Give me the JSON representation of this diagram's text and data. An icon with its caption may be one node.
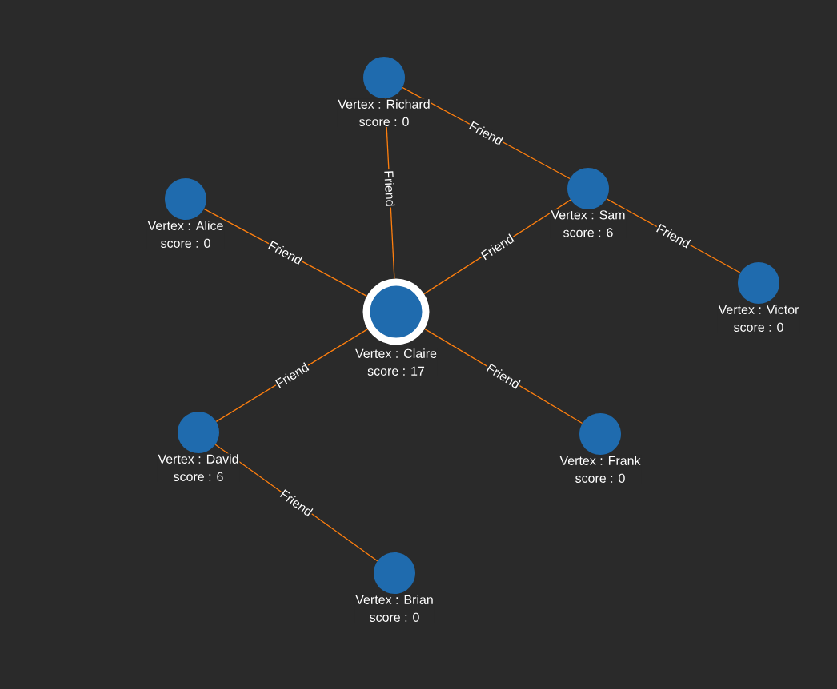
{
  "diagram": {
    "nodes": [
      {
        "text": [
          "Vertex : Richard",
          "score : 0"
        ]
      },
      {
        "text": [
          "Vertex : Alice",
          "score : 0"
        ]
      },
      {
        "text": [
          "Vertex : Sam",
          "score : 6"
        ]
      },
      {
        "text": [
          "Vertex : Victor",
          "score : 0"
        ]
      },
      {
        "text": [
          "Vertex : Claire",
          "score : 17"
        ]
      },
      {
        "text": [
          "Vertex : David",
          "score : 6"
        ]
      },
      {
        "text": [
          "Vertex : Frank",
          "score : 0"
        ]
      },
      {
        "text": [
          "Vertex : Brian",
          "score : 0"
        ]
      }
    ],
    "edges": [
      {
        "from": 0,
        "to": 4,
        "arrow": "none",
        "label": "Friend"
      },
      {
        "from": 0,
        "to": 2,
        "arrow": "none",
        "label": "Friend"
      },
      {
        "from": 1,
        "to": 4,
        "arrow": "none",
        "label": "Friend"
      },
      {
        "from": 2,
        "to": 4,
        "arrow": "none",
        "label": "Friend"
      },
      {
        "from": 2,
        "to": 3,
        "arrow": "none",
        "label": "Friend"
      },
      {
        "from": 4,
        "to": 5,
        "arrow": "none",
        "label": "Friend"
      },
      {
        "from": 4,
        "to": 6,
        "arrow": "none",
        "label": "Friend"
      },
      {
        "from": 5,
        "to": 7,
        "arrow": "none",
        "label": "Friend"
      }
    ]
  }
}
